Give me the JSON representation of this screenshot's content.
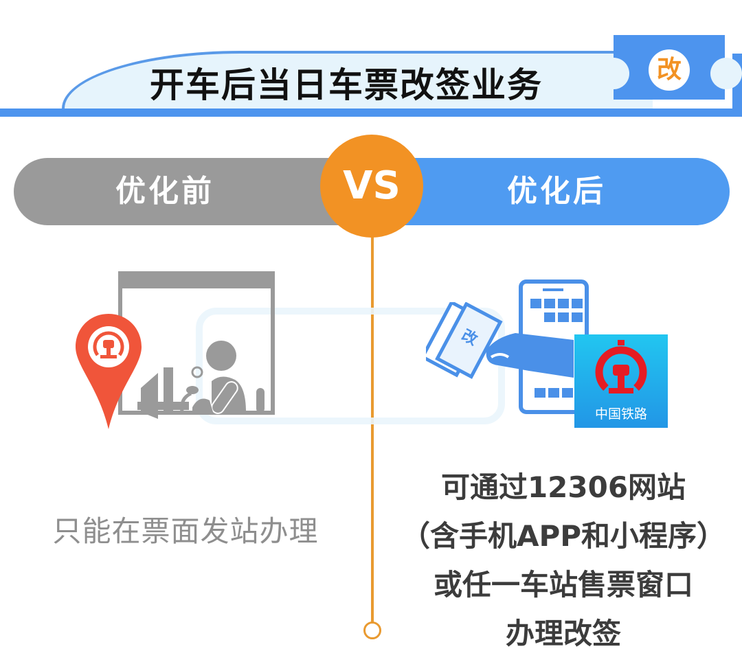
{
  "header": {
    "title": "开车后当日车票改签业务",
    "badge": "改",
    "accent_color": "#4d94ee",
    "badge_color": "#f29224"
  },
  "comparison": {
    "before_label": "优化前",
    "vs_label": "VS",
    "after_label": "优化后",
    "before_color": "#9a9a9a",
    "after_color": "#4f9bf1",
    "vs_color": "#f29224"
  },
  "before": {
    "icons": [
      "railway-location-pin-icon",
      "ticket-window-clerk-icon"
    ],
    "text": "只能在票面发站办理"
  },
  "after": {
    "icons": [
      "phone-app-icon",
      "hand-holding-ticket-icon",
      "china-railway-app-icon"
    ],
    "ticket_glyph": "改",
    "app_label": "中国铁路",
    "text_lines": [
      "可通过12306网站",
      "（含手机APP和小程序）",
      "或任一车站售票窗口",
      "办理改签"
    ]
  }
}
